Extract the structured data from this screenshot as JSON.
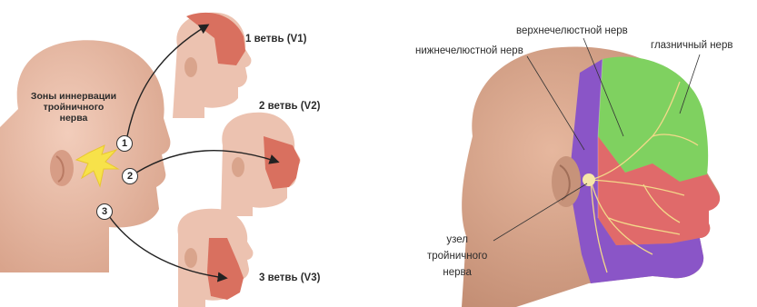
{
  "left": {
    "zone_title": [
      "Зоны иннервации",
      "тройничного",
      "нерва"
    ],
    "branches": [
      {
        "num": "1",
        "label": "1 ветвь (V1)"
      },
      {
        "num": "2",
        "label": "2 ветвь (V2)"
      },
      {
        "num": "3",
        "label": "3 ветвь (V3)"
      }
    ]
  },
  "right": {
    "labels": {
      "maxillary": "верхнечелюстной нерв",
      "mandibular": "нижнечелюстной нерв",
      "ophthalmic": "глазничный нерв",
      "ganglion": [
        "узел",
        "тройничного",
        "нерва"
      ]
    }
  },
  "colors": {
    "skin": "#e8b8a2",
    "zone_red": "#d9705f",
    "ophthalmic_green": "#7fd160",
    "maxillary_red": "#e06a6a",
    "mandibular_purple": "#8a55c7",
    "nerve_yellow": "#f7e24a"
  }
}
